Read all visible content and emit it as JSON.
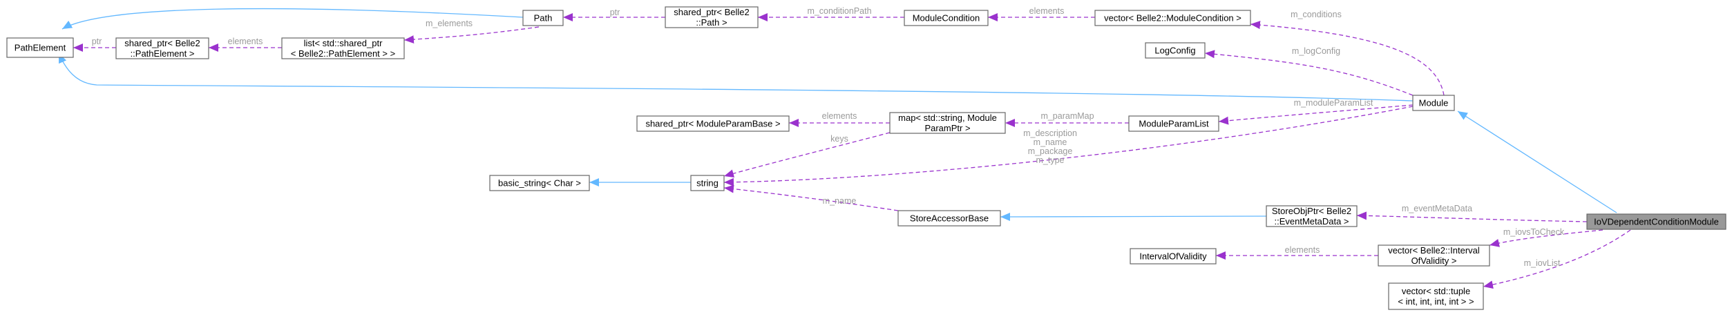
{
  "nodes": {
    "path_element": [
      "PathElement"
    ],
    "shared_ptr_path_element": [
      "shared_ptr< Belle2",
      "::PathElement >"
    ],
    "list_shared_ptr": [
      "list< std::shared_ptr",
      "< Belle2::PathElement > >"
    ],
    "path": [
      "Path"
    ],
    "shared_ptr_path": [
      "shared_ptr< Belle2",
      "::Path >"
    ],
    "module_condition": [
      "ModuleCondition"
    ],
    "vector_module_condition": [
      "vector< Belle2::ModuleCondition >"
    ],
    "log_config": [
      "LogConfig"
    ],
    "module": [
      "Module"
    ],
    "shared_ptr_module_param_base": [
      "shared_ptr< ModuleParamBase >"
    ],
    "map_string_module_param_ptr": [
      "map< std::string, Module",
      "ParamPtr >"
    ],
    "module_param_list": [
      "ModuleParamList"
    ],
    "basic_string_char": [
      "basic_string< Char >"
    ],
    "string": [
      "string"
    ],
    "store_accessor_base": [
      "StoreAccessorBase"
    ],
    "store_obj_ptr_event_meta_data": [
      "StoreObjPtr< Belle2",
      "::EventMetaData >"
    ],
    "iov_dependent_condition_module": [
      "IoVDependentConditionModule"
    ],
    "interval_of_validity": [
      "IntervalOfValidity"
    ],
    "vector_interval_of_validity": [
      "vector< Belle2::Interval",
      "OfValidity >"
    ],
    "vector_tuple": [
      "vector< std::tuple",
      "< int, int, int, int > >"
    ]
  },
  "edge_labels": {
    "ptr_path_element": [
      "ptr"
    ],
    "elements_path_element": [
      "elements"
    ],
    "m_elements": [
      "m_elements"
    ],
    "ptr_path": [
      "ptr"
    ],
    "m_condition_path": [
      "m_conditionPath"
    ],
    "elements_module_condition": [
      "elements"
    ],
    "m_conditions": [
      "m_conditions"
    ],
    "m_log_config": [
      "m_logConfig"
    ],
    "m_module_param_list": [
      "m_moduleParamList"
    ],
    "m_param_map": [
      "m_paramMap"
    ],
    "elements_module_param_base": [
      "elements"
    ],
    "keys": [
      "keys"
    ],
    "module_strings": [
      "m_description",
      "m_name",
      "m_package",
      "m_type"
    ],
    "m_name_store": [
      "m_name"
    ],
    "m_event_meta_data": [
      "m_eventMetaData"
    ],
    "m_iovs_to_check": [
      "m_iovsToCheck"
    ],
    "elements_iov": [
      "elements"
    ],
    "m_iov_list": [
      "m_iovList"
    ]
  }
}
